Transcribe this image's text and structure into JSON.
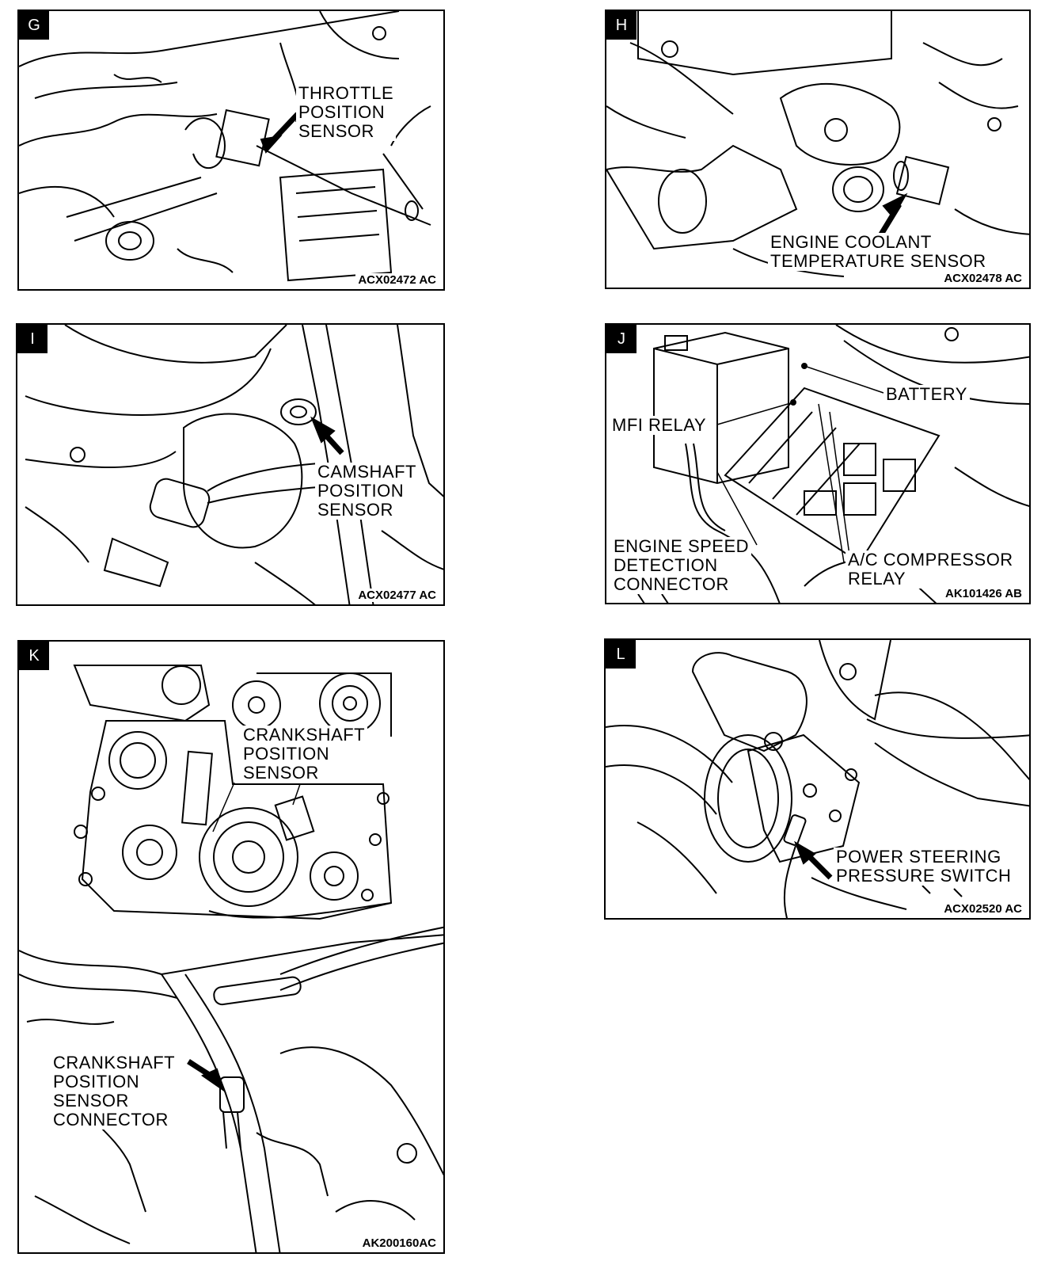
{
  "panels": {
    "g": {
      "letter": "G",
      "labels": [
        "THROTTLE",
        "POSITION",
        "SENSOR"
      ],
      "code": "ACX02472 AC"
    },
    "h": {
      "letter": "H",
      "labels": [
        "ENGINE COOLANT",
        "TEMPERATURE SENSOR"
      ],
      "code": "ACX02478 AC"
    },
    "i": {
      "letter": "I",
      "labels": [
        "CAMSHAFT",
        "POSITION",
        "SENSOR"
      ],
      "code": "ACX02477 AC"
    },
    "j": {
      "letter": "J",
      "battery": "BATTERY",
      "mfi_relay": "MFI RELAY",
      "engine_speed": [
        "ENGINE SPEED",
        "DETECTION",
        "CONNECTOR"
      ],
      "ac_relay": [
        "A/C COMPRESSOR",
        "RELAY"
      ],
      "code": "AK101426 AB"
    },
    "k": {
      "letter": "K",
      "top_labels": [
        "CRANKSHAFT",
        "POSITION",
        "SENSOR"
      ],
      "bottom_labels": [
        "CRANKSHAFT",
        "POSITION",
        "SENSOR",
        "CONNECTOR"
      ],
      "code": "AK200160AC"
    },
    "l": {
      "letter": "L",
      "labels": [
        "POWER STEERING",
        "PRESSURE SWITCH"
      ],
      "code": "ACX02520 AC"
    }
  }
}
